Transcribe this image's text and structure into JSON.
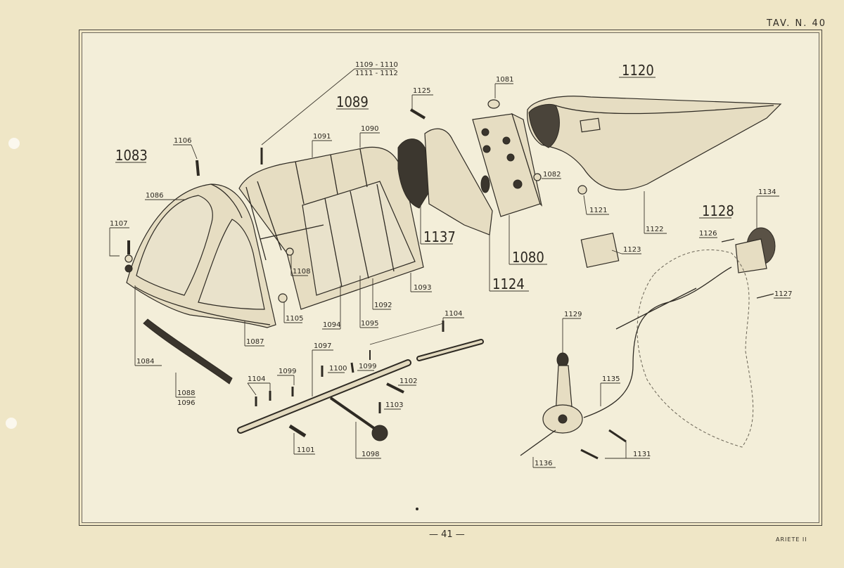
{
  "plate": {
    "label": "TAV. N.",
    "number": "40"
  },
  "footer": {
    "page": "— 41 —",
    "model": "ARIETE II"
  },
  "callouts": {
    "c1083": "1083",
    "c1089": "1089",
    "c1120": "1120",
    "c1128": "1128",
    "c1137": "1137",
    "c1080": "1080",
    "c1124": "1124",
    "c1109a": "1109 - 1110",
    "c1109b": "1111 - 1112",
    "c1125": "1125",
    "c1081": "1081",
    "c1106": "1106",
    "c1091": "1091",
    "c1090": "1090",
    "c1086": "1086",
    "c1082": "1082",
    "c1121": "1121",
    "c1134": "1134",
    "c1107": "1107",
    "c1122": "1122",
    "c1126": "1126",
    "c1123": "1123",
    "c1108": "1108",
    "c1127": "1127",
    "c1093": "1093",
    "c1105": "1105",
    "c1092": "1092",
    "c1094": "1094",
    "c1095": "1095",
    "c1129": "1129",
    "c1104a": "1104",
    "c1087": "1087",
    "c1097": "1097",
    "c1100": "1100",
    "c1099a": "1099",
    "c1084": "1084",
    "c1099b": "1099",
    "c1104b": "1104",
    "c1102": "1102",
    "c1135": "1135",
    "c1088": "1088",
    "c1096": "1096",
    "c1103": "1103",
    "c1101": "1101",
    "c1098": "1098",
    "c1131": "1131",
    "c1136": "1136"
  }
}
